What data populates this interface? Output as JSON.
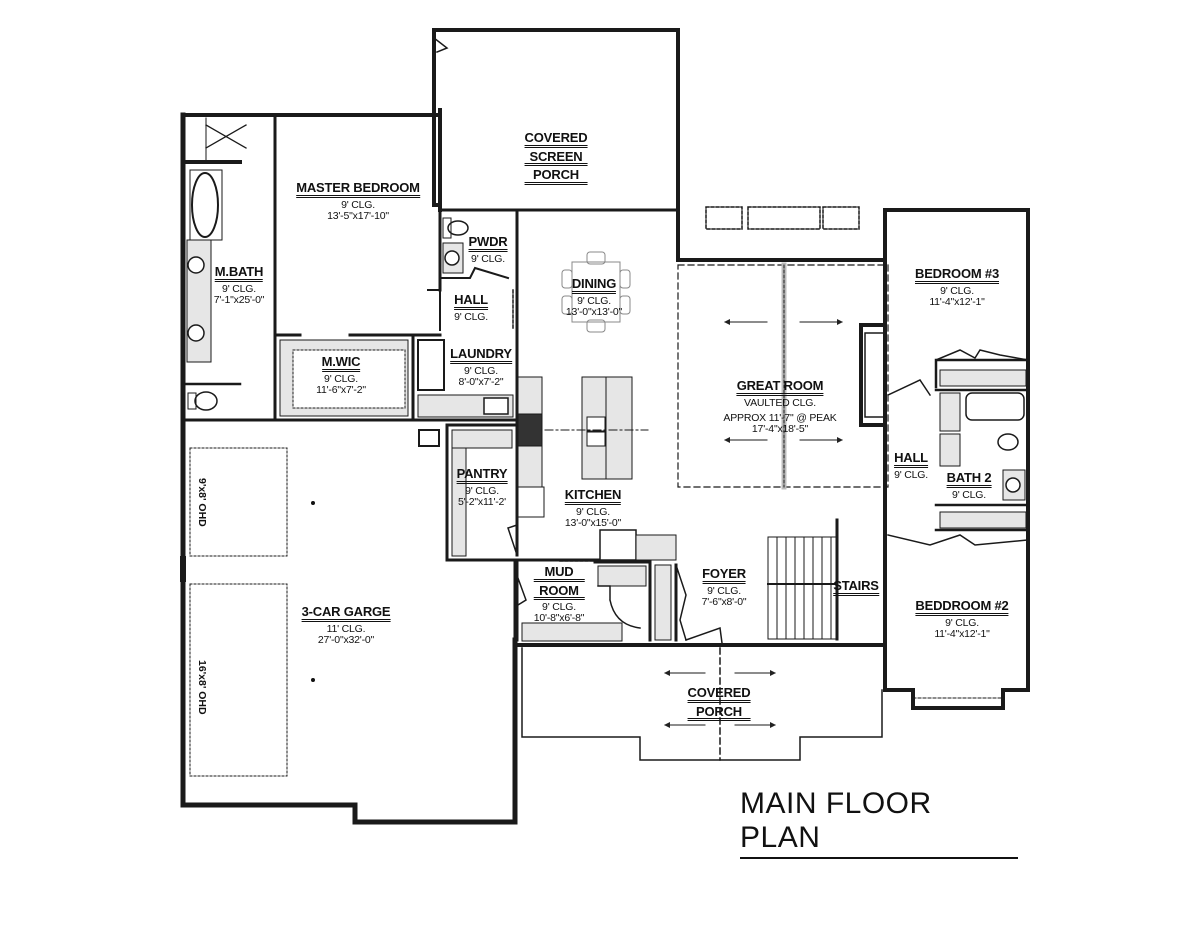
{
  "plan_title": "MAIN FLOOR PLAN",
  "colors": {
    "wall": "#1a1a1a",
    "fixture_fill": "#e6e6e6",
    "background": "#ffffff",
    "text": "#111111"
  },
  "rooms": {
    "covered_screen_porch": {
      "name_lines": [
        "COVERED",
        "SCREEN",
        "PORCH"
      ]
    },
    "master_bedroom": {
      "name": "MASTER BEDROOM",
      "ceiling": "9' CLG.",
      "size": "13'-5\"x17'-10\""
    },
    "m_bath": {
      "name": "M.BATH",
      "ceiling": "9' CLG.",
      "size": "7'-1\"x25'-0\""
    },
    "m_wic": {
      "name": "M.WIC",
      "ceiling": "9' CLG.",
      "size": "11'-6\"x7'-2\""
    },
    "pwdr": {
      "name": "PWDR",
      "ceiling": "9' CLG."
    },
    "hall_west": {
      "name": "HALL",
      "ceiling": "9' CLG."
    },
    "laundry": {
      "name": "LAUNDRY",
      "ceiling": "9' CLG.",
      "size": "8'-0\"x7'-2\""
    },
    "dining": {
      "name": "DINING",
      "ceiling": "9' CLG.",
      "size": "13'-0\"x13'-0\""
    },
    "great_room": {
      "name": "GREAT ROOM",
      "ceiling": "VAULTED CLG.",
      "note": "APPROX 11'-7\" @ PEAK",
      "size": "17'-4\"x18'-5\""
    },
    "bedroom_3": {
      "name": "BEDROOM #3",
      "ceiling": "9' CLG.",
      "size": "11'-4\"x12'-1\""
    },
    "hall_east": {
      "name": "HALL",
      "ceiling": "9' CLG."
    },
    "bath_2": {
      "name": "BATH 2",
      "ceiling": "9' CLG."
    },
    "bedroom_2": {
      "name": "BEDDROOM #2",
      "ceiling": "9' CLG.",
      "size": "11'-4\"x12'-1\""
    },
    "pantry": {
      "name": "PANTRY",
      "ceiling": "9' CLG.",
      "size": "5'-2\"x11'-2'"
    },
    "kitchen": {
      "name": "KITCHEN",
      "ceiling": "9' CLG.",
      "size": "13'-0\"x15'-0\""
    },
    "mud_room": {
      "name_lines": [
        "MUD",
        "ROOM"
      ],
      "ceiling": "9' CLG.",
      "size": "10'-8\"x6'-8\""
    },
    "foyer": {
      "name": "FOYER",
      "ceiling": "9' CLG.",
      "size": "7'-6\"x8'-0\""
    },
    "stairs": {
      "name": "STAIRS"
    },
    "garage": {
      "name": "3-CAR GARGE",
      "ceiling": "11' CLG.",
      "size": "27'-0\"x32'-0\""
    },
    "covered_porch": {
      "name_lines": [
        "COVERED",
        "PORCH"
      ]
    }
  },
  "garage_doors": {
    "door_1": "9'x8' OHD",
    "door_2": "16'x8' OHD"
  }
}
